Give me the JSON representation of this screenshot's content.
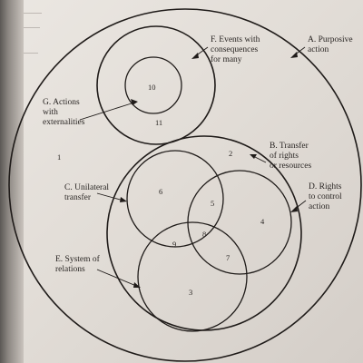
{
  "labels": {
    "A": [
      "A. Purposive",
      "action"
    ],
    "B": [
      "B. Transfer",
      "of rights",
      "or resources"
    ],
    "C": [
      "C. Unilateral",
      "transfer"
    ],
    "D": [
      "D. Rights",
      "to control",
      "action"
    ],
    "E": [
      "E. System of",
      "relations"
    ],
    "F": [
      "F. Events with",
      "consequences",
      "for many"
    ],
    "G": [
      "G. Actions",
      "with",
      "externalities"
    ]
  },
  "regions": [
    "1",
    "2",
    "3",
    "4",
    "5",
    "6",
    "7",
    "8",
    "9",
    "10",
    "11"
  ]
}
